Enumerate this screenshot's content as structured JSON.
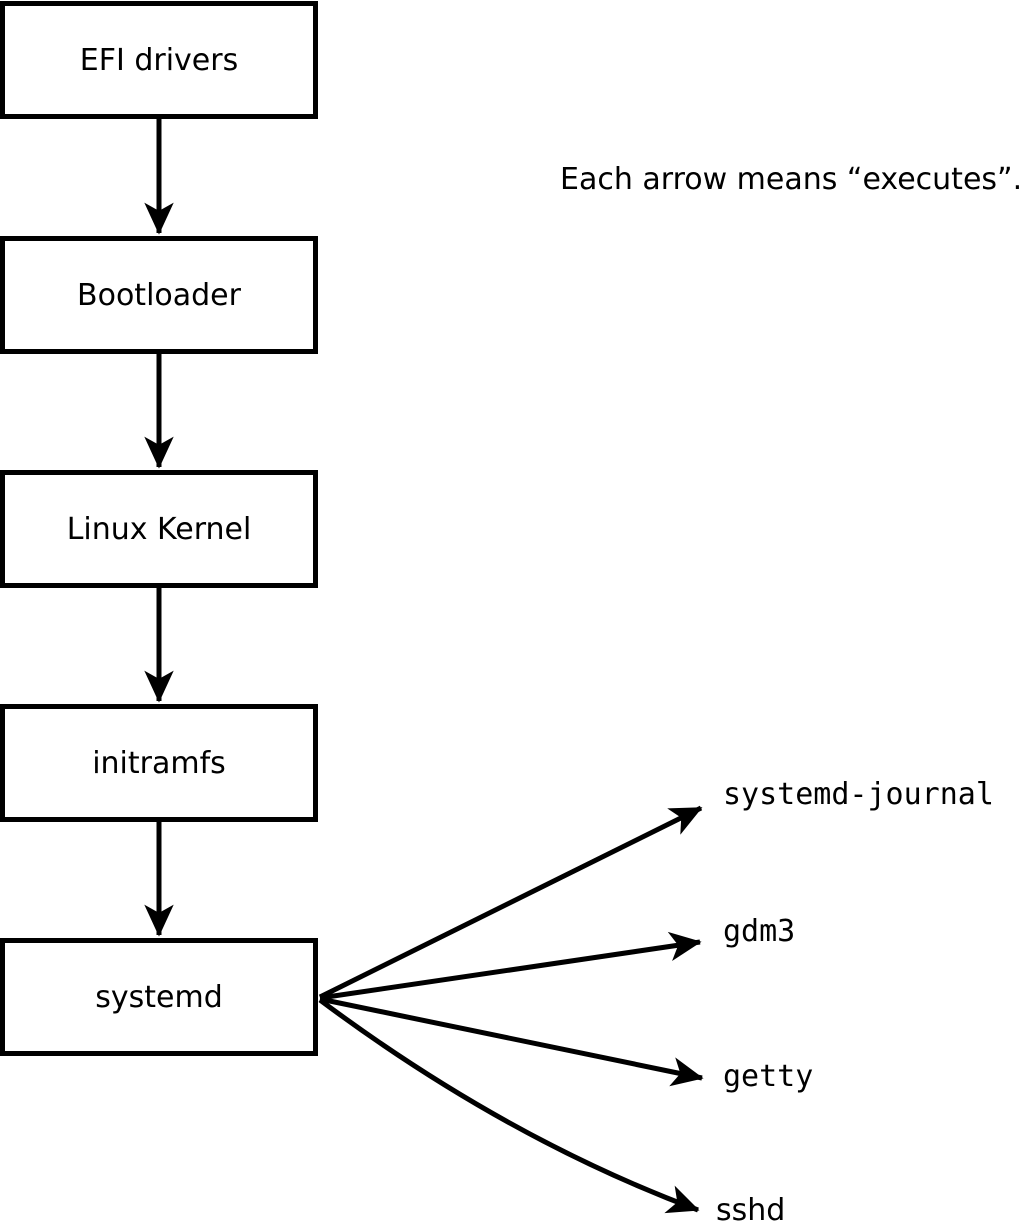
{
  "diagram": {
    "caption": "Each arrow means “executes”.",
    "boot_chain": [
      {
        "label": "EFI drivers"
      },
      {
        "label": "Bootloader"
      },
      {
        "label": "Linux Kernel"
      },
      {
        "label": "initramfs"
      },
      {
        "label": "systemd"
      }
    ],
    "spawned_processes": [
      {
        "label": "systemd-journal"
      },
      {
        "label": "gdm3"
      },
      {
        "label": "getty"
      },
      {
        "label": "sshd"
      }
    ],
    "colors": {
      "stroke": "#000000",
      "background": "#ffffff",
      "box_fill": "#ffffff"
    }
  }
}
